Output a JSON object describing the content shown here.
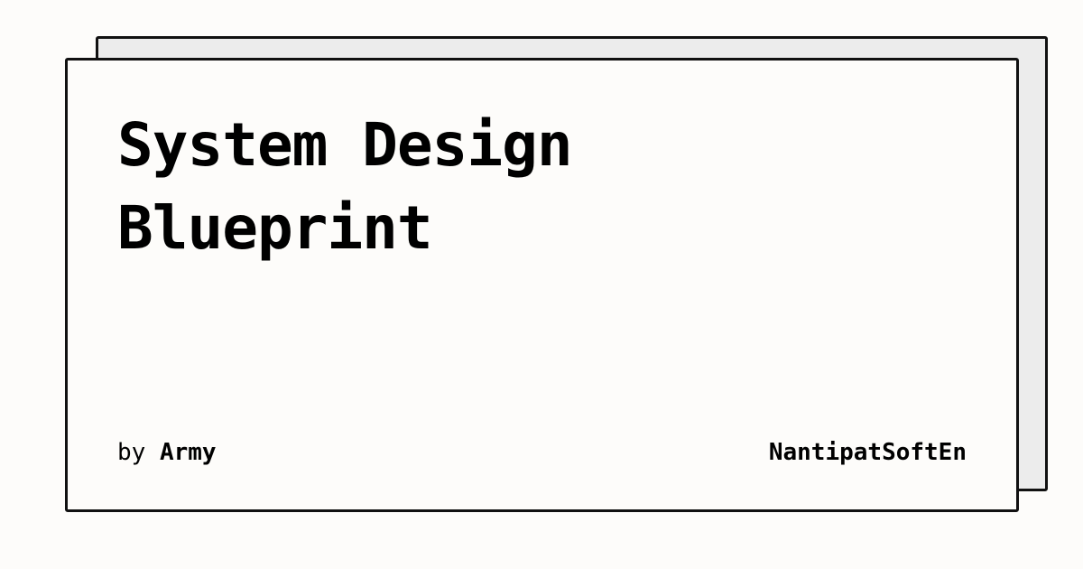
{
  "card": {
    "title": "System Design Blueprint",
    "byline": {
      "prefix": "by",
      "author": "Army"
    },
    "brand": "NantipatSoftEn"
  },
  "colors": {
    "background": "#fdfcfa",
    "back_card": "#ececec",
    "border": "#111111",
    "text": "#000000"
  }
}
